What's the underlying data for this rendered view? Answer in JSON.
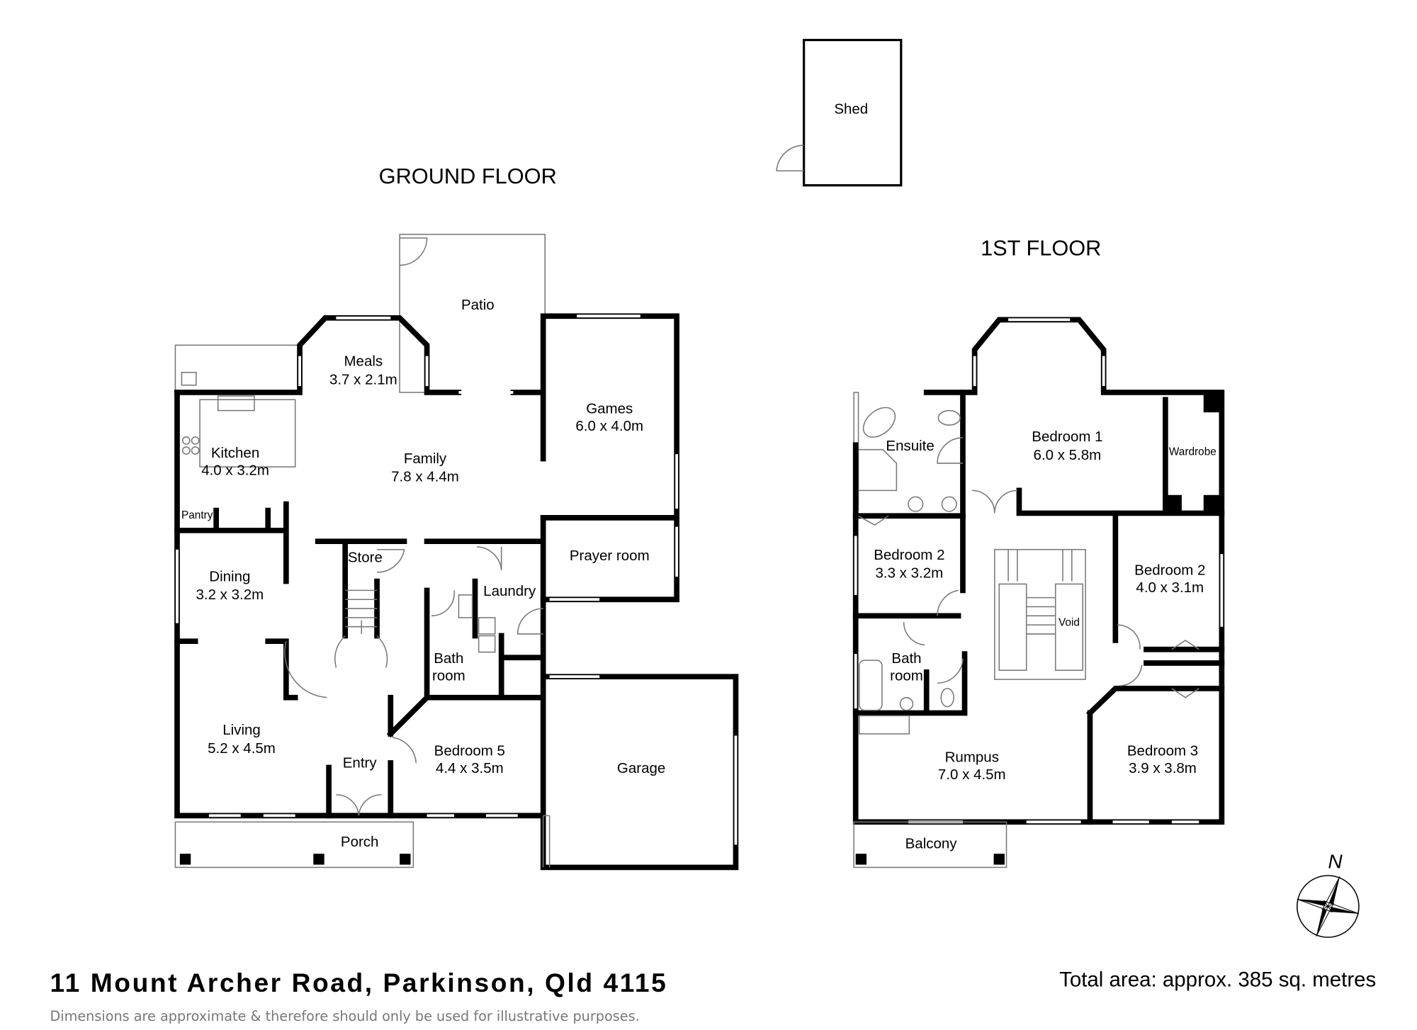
{
  "titles": {
    "ground_floor": "GROUND FLOOR",
    "first_floor": "1ST FLOOR"
  },
  "ground_floor": {
    "shed": "Shed",
    "patio": "Patio",
    "meals": {
      "name": "Meals",
      "size": "3.7 x 2.1m"
    },
    "games": {
      "name": "Games",
      "size": "6.0 x 4.0m"
    },
    "kitchen": {
      "name": "Kitchen",
      "size": "4.0 x 3.2m"
    },
    "family": {
      "name": "Family",
      "size": "7.8 x 4.4m"
    },
    "pantry": "Pantry",
    "prayer_room": "Prayer room",
    "dining": {
      "name": "Dining",
      "size": "3.2 x 3.2m"
    },
    "store": "Store",
    "laundry": "Laundry",
    "bathroom": {
      "line1": "Bath",
      "line2": "room"
    },
    "living": {
      "name": "Living",
      "size": "5.2 x 4.5m"
    },
    "entry": "Entry",
    "bedroom5": {
      "name": "Bedroom 5",
      "size": "4.4 x 3.5m"
    },
    "garage": "Garage",
    "porch": "Porch"
  },
  "first_floor": {
    "ensuite": "Ensuite",
    "bedroom1": {
      "name": "Bedroom 1",
      "size": "6.0 x 5.8m"
    },
    "wardrobe": "Wardrobe",
    "bedroom2_left": {
      "name": "Bedroom 2",
      "size": "3.3 x 3.2m"
    },
    "bedroom2_right": {
      "name": "Bedroom 2",
      "size": "4.0 x 3.1m"
    },
    "void": "Void",
    "bathroom": {
      "line1": "Bath",
      "line2": "room"
    },
    "rumpus": {
      "name": "Rumpus",
      "size": "7.0 x 4.5m"
    },
    "bedroom3": {
      "name": "Bedroom 3",
      "size": "3.9 x 3.8m"
    },
    "balcony": "Balcony"
  },
  "compass": "N",
  "footer": {
    "address": "11 Mount Archer Road, Parkinson, Qld 4115",
    "total_area": "Total area: approx. 385 sq. metres",
    "disclaimer": "Dimensions are approximate & therefore should only be used for illustrative purposes."
  }
}
